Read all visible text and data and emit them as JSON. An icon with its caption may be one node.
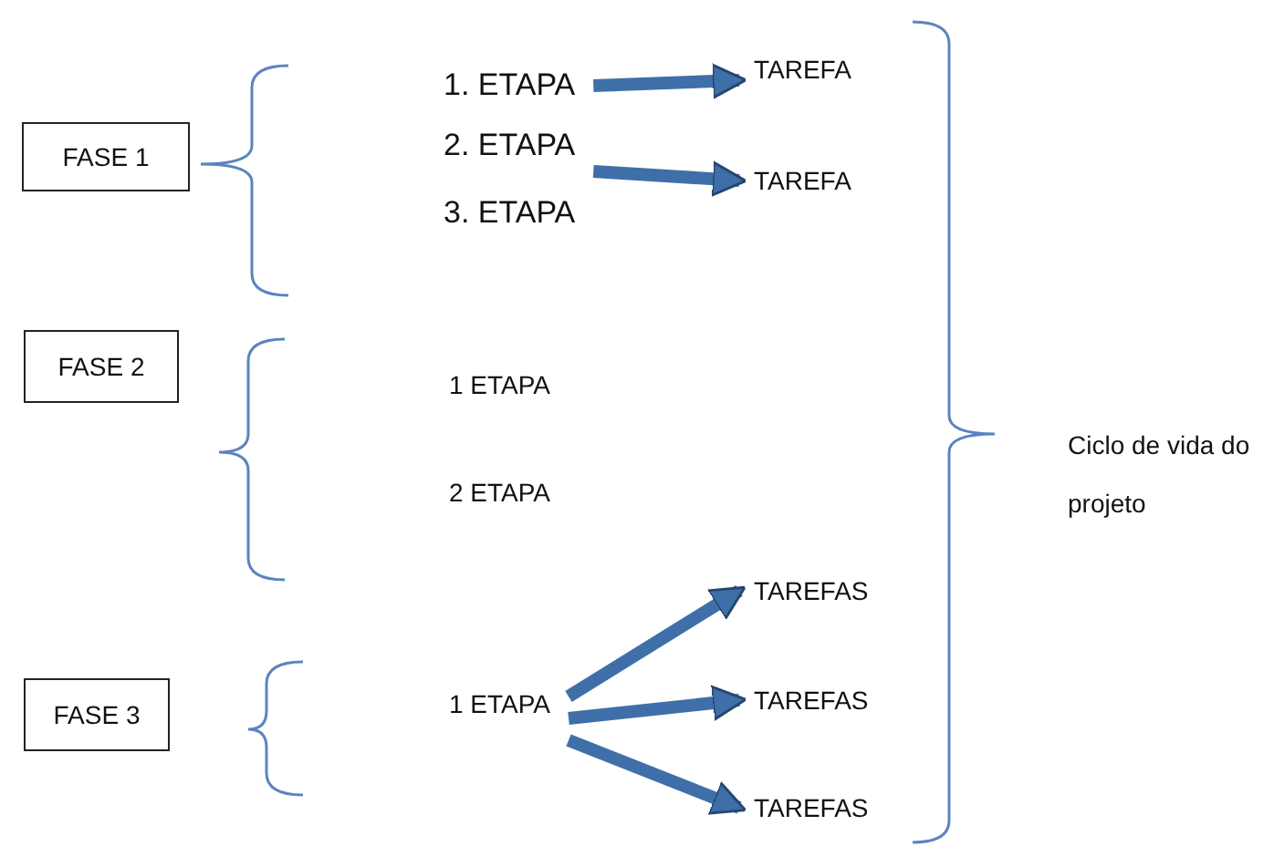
{
  "diagram": {
    "nodes": [
      {
        "text": [
          "FASE 1"
        ]
      },
      {
        "text": [
          "FASE 2"
        ]
      },
      {
        "text": [
          "FASE 3"
        ]
      },
      {
        "text": [
          "1. ETAPA"
        ]
      },
      {
        "text": [
          "2. ETAPA"
        ]
      },
      {
        "text": [
          "TAREFA"
        ]
      },
      {
        "text": [
          "TAREFA"
        ]
      },
      {
        "text": [
          "1 ETAPA"
        ]
      },
      {
        "text": [
          "TAREFAS"
        ]
      },
      {
        "text": [
          "TAREFAS"
        ]
      },
      {
        "text": [
          "TAREFAS"
        ]
      }
    ],
    "edges": [
      {
        "from": 3,
        "to": 5,
        "arrow": "to"
      },
      {
        "from": 4,
        "to": 6,
        "arrow": "to"
      },
      {
        "from": 7,
        "to": 8,
        "arrow": "to"
      },
      {
        "from": 7,
        "to": 9,
        "arrow": "to"
      },
      {
        "from": 7,
        "to": 10,
        "arrow": "to"
      }
    ],
    "labels": [
      "3. ETAPA",
      "1 ETAPA",
      "2 ETAPA",
      "Ciclo de vida do projeto"
    ]
  }
}
